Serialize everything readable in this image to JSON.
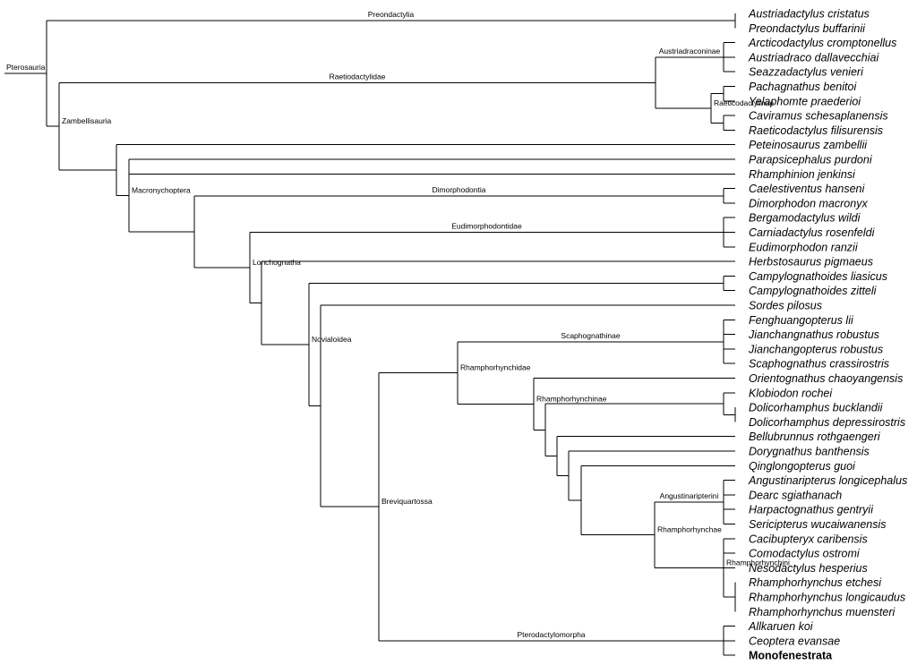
{
  "taxa": [
    "Austriadactylus cristatus",
    "Preondactylus buffarinii",
    "Arcticodactylus cromptonellus",
    "Austriadraco dallavecchiai",
    "Seazzadactylus venieri",
    "Pachagnathus benitoi",
    "Yelaphomte praederioi",
    "Caviramus schesaplanensis",
    "Raeticodactylus filisurensis",
    "Peteinosaurus zambellii",
    "Parapsicephalus purdoni",
    "Rhamphinion jenkinsi",
    "Caelestiventus hanseni",
    "Dimorphodon macronyx",
    "Bergamodactylus wildi",
    "Carniadactylus rosenfeldi",
    "Eudimorphodon ranzii",
    "Herbstosaurus pigmaeus",
    "Campylognathoides liasicus",
    "Campylognathoides zitteli",
    "Sordes pilosus",
    "Fenghuangopterus lii",
    "Jianchangnathus robustus",
    "Jianchangopterus robustus",
    "Scaphognathus crassirostris",
    "Orientognathus chaoyangensis",
    "Klobiodon rochei",
    "Dolicorhamphus bucklandii",
    "Dolicorhamphus depressirostris",
    "Bellubrunnus rothgaengeri",
    "Dorygnathus banthensis",
    "Qinglongopterus guoi",
    "Angustinaripterus longicephalus",
    "Dearc sgiathanach",
    "Harpactognathus gentryii",
    "Sericipterus wucaiwanensis",
    "Cacibupteryx caribensis",
    "Comodactylus ostromi",
    "Nesodactylus hesperius",
    "Rhamphorhynchus etchesi",
    "Rhamphorhynchus longicaudus",
    "Rhamphorhynchus muensteri",
    "Allkaruen koi",
    "Ceoptera evansae",
    "Monofenestrata"
  ],
  "bold_taxa": [
    "Monofenestrata"
  ],
  "clades": {
    "root": "Pterosauria",
    "preondactylia": "Preondactylia",
    "raetiodactylidae": "Raetiodactylidae",
    "austriadraconinae": "Austriadraconinae",
    "raeticodactylinae": "Raeticodactylinae",
    "zambellisauria": "Zambellisauria",
    "macronychoptera": "Macronychoptera",
    "dimorphodontia": "Dimorphodontia",
    "lonchognatha": "Lonchognatha",
    "eudimorphodontidae": "Eudimorphodontidae",
    "novialoidea": "Novialoidea",
    "breviquartossa": "Breviquartossa",
    "rhamphorhynchidae": "Rhamphorhynchidae",
    "scaphognathinae": "Scaphognathinae",
    "rhamphorhynchinae": "Rhamphorhynchinae",
    "rhamphorhynchae": "Rhamphorhynchae",
    "angustinaripterini": "Angustinaripterini",
    "rhamphorhynchini": "Rhamphorhynchini",
    "pterodactylomorpha": "Pterodactylomorpha"
  }
}
